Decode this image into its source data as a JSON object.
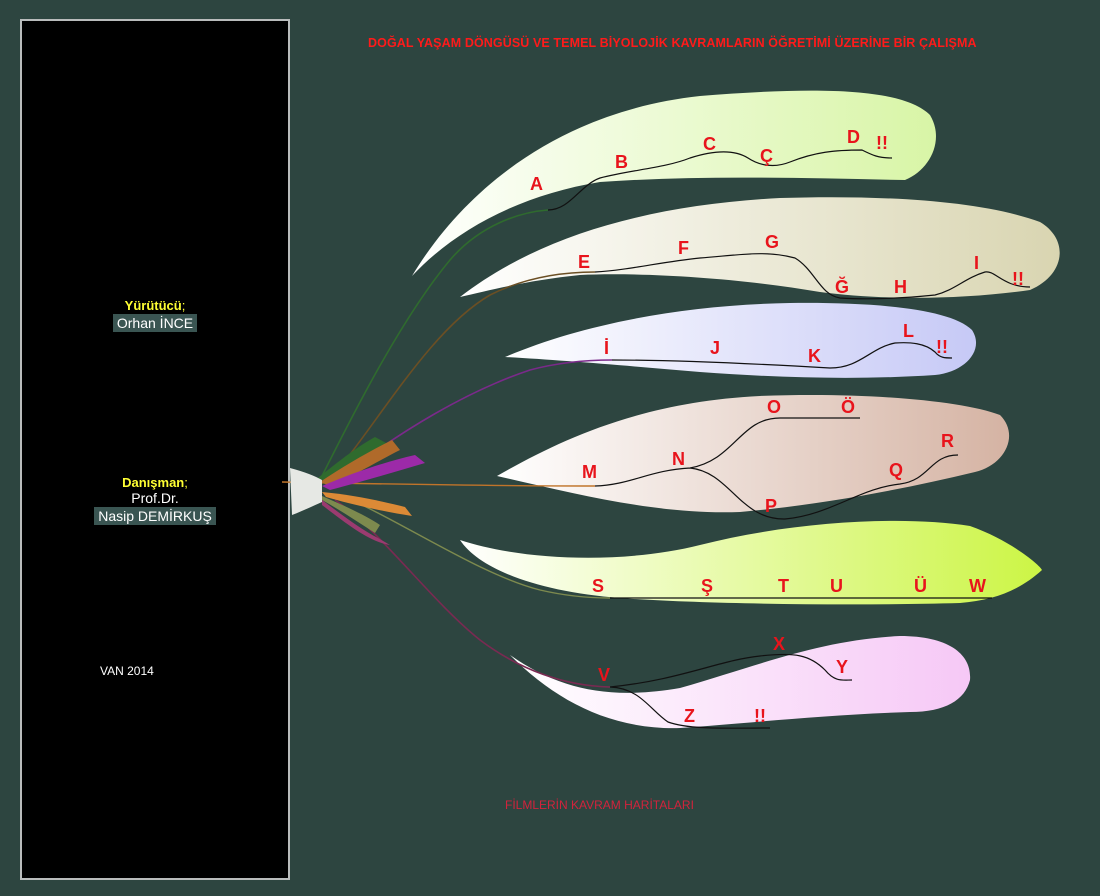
{
  "title": "DOĞAL YAŞAM DÖNGÜSÜ VE TEMEL BİYOLOJİK KAVRAMLARIN ÖĞRETİMİ ÜZERİNE BİR ÇALIŞMA",
  "left_panel": {
    "executor_label": "Yürütücü",
    "executor_name": "Orhan İNCE",
    "advisor_label": "Danışman",
    "advisor_title": "Prof.Dr.",
    "advisor_name": "Nasip DEMİRKUŞ",
    "place_year": "VAN 2014"
  },
  "caption": "FİLMLERİN KAVRAM HARİTALARI",
  "colors": {
    "background": "#2d4540",
    "label": "#e8141c",
    "title": "#ff1a1a",
    "caption": "#d2233c",
    "panel_highlight": "#ffff33"
  },
  "branches": [
    {
      "id": "branch-1",
      "color": "#d8f5a6",
      "connector": "#2f6b2e",
      "labels": [
        "A",
        "B",
        "C",
        "Ç",
        "D",
        "!!"
      ]
    },
    {
      "id": "branch-2",
      "color": "#d9d5b1",
      "connector": "#6b4f24",
      "labels": [
        "E",
        "F",
        "G",
        "Ğ",
        "H",
        "I",
        "!!"
      ]
    },
    {
      "id": "branch-3",
      "color": "#c6c9f6",
      "connector": "#7a2a8a",
      "labels": [
        "İ",
        "J",
        "K",
        "L",
        "!!"
      ]
    },
    {
      "id": "branch-4",
      "color": "#d5b3a3",
      "connector": "#c0742a",
      "labels": [
        "M",
        "N",
        "O",
        "Ö",
        "P",
        "Q",
        "R"
      ]
    },
    {
      "id": "branch-5",
      "color": "#ccf545",
      "connector": "#7d8a4e",
      "labels": [
        "S",
        "Ş",
        "T",
        "U",
        "Ü",
        "W"
      ]
    },
    {
      "id": "branch-6",
      "color": "#f6c8f6",
      "connector": "#7a2a52",
      "labels": [
        "V",
        "X",
        "Y",
        "Z",
        "!!"
      ]
    }
  ]
}
